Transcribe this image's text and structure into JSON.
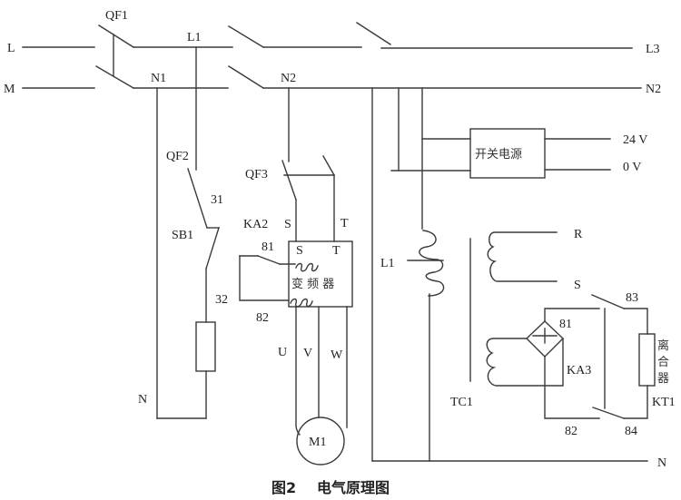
{
  "figure": {
    "caption_number": "图2",
    "caption_title": "电气原理图"
  },
  "lines": {
    "L": "L",
    "M": "M",
    "L1_top": "L1",
    "N1": "N1",
    "N2_top": "N2",
    "L3": "L3",
    "N2_right": "N2",
    "N_left": "N",
    "N_bottom": "N"
  },
  "breakers": {
    "qf1": "QF1",
    "qf2": "QF2",
    "qf3": "QF3"
  },
  "sb1": {
    "label": "SB1",
    "terminal_top": "31",
    "terminal_bottom": "32"
  },
  "vfd": {
    "name": "变 频 器",
    "input_s": "S",
    "input_t": "T",
    "box_s": "S",
    "box_t": "T",
    "relay": "KA2",
    "terminal_81": "81",
    "terminal_82": "82",
    "output_u": "U",
    "output_v": "V",
    "output_w": "W"
  },
  "motor": {
    "label": "M1"
  },
  "psu": {
    "name": "开关电源",
    "out_24v": "24 V",
    "out_0v": "0 V"
  },
  "transformer": {
    "inductor": "L1",
    "core": "TC1",
    "out_r": "R",
    "out_s": "S"
  },
  "clutch_circuit": {
    "relay": "KA3",
    "terminal_81": "81",
    "terminal_82": "82",
    "terminal_83": "83",
    "terminal_84": "84",
    "timer": "KT1",
    "clutch_name": [
      "离",
      "合",
      "器"
    ]
  }
}
